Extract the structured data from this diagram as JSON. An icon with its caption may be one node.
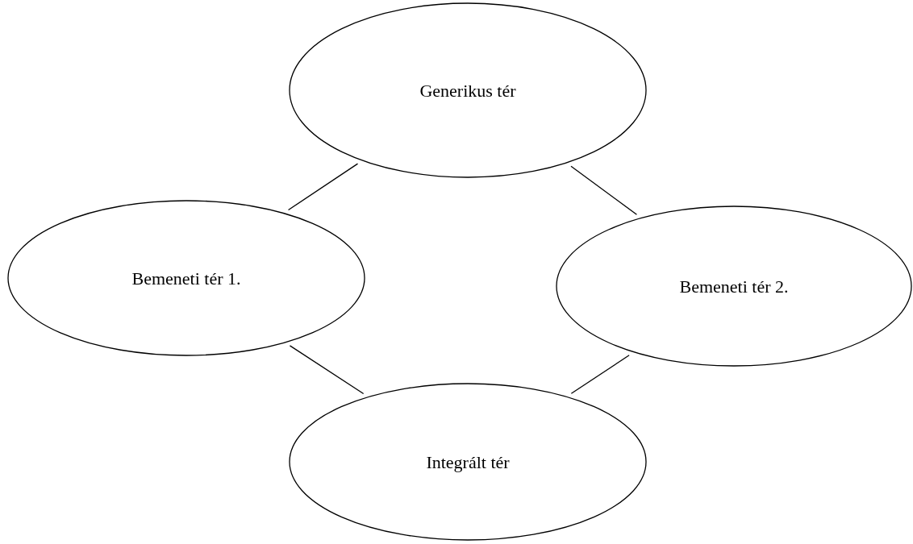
{
  "diagram": {
    "nodes": [
      {
        "text": [
          "Generikus tér"
        ]
      },
      {
        "text": [
          "Bemeneti tér 1."
        ]
      },
      {
        "text": [
          "Bemeneti tér 2."
        ]
      },
      {
        "text": [
          "Integrált tér"
        ]
      }
    ],
    "edges": [
      {
        "from": 0,
        "to": 1,
        "arrow": "none"
      },
      {
        "from": 0,
        "to": 2,
        "arrow": "none"
      },
      {
        "from": 1,
        "to": 3,
        "arrow": "none"
      },
      {
        "from": 2,
        "to": 3,
        "arrow": "none"
      }
    ]
  }
}
